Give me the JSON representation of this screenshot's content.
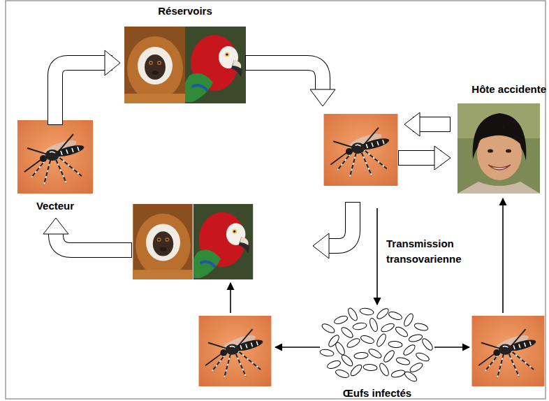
{
  "diagram": {
    "nodes": [
      {
        "text": [
          "Réservoirs"
        ]
      },
      {
        "text": [
          "Hôte accidente"
        ]
      },
      {
        "text": [
          "Vecteur"
        ]
      },
      {
        "text": [
          "Œufs infectés"
        ]
      }
    ],
    "edges": [
      {
        "from": 2,
        "to": 0,
        "arrow": "to"
      }
    ],
    "labels": [
      "Transmission transovarienne"
    ]
  }
}
